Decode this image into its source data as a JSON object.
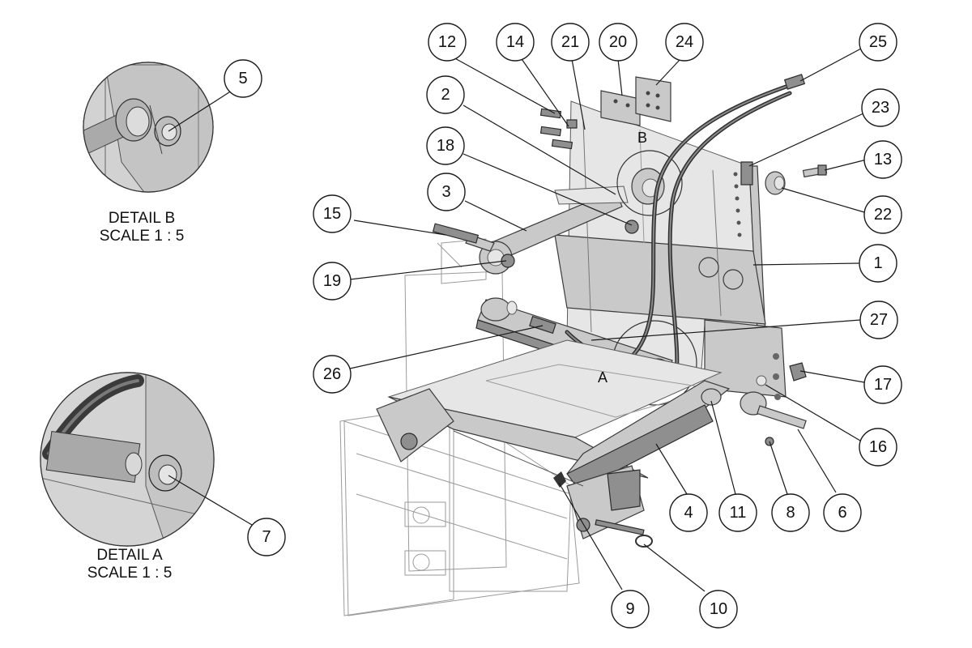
{
  "details": [
    {
      "id": "detail-b",
      "title": "DETAIL B",
      "scale": "SCALE 1 : 5"
    },
    {
      "id": "detail-a",
      "title": "DETAIL A",
      "scale": "SCALE 1 : 5"
    }
  ],
  "view_letters": [
    "A",
    "B"
  ],
  "callouts": [
    "1",
    "2",
    "3",
    "4",
    "5",
    "6",
    "7",
    "8",
    "9",
    "10",
    "11",
    "12",
    "13",
    "14",
    "15",
    "16",
    "17",
    "18",
    "19",
    "20",
    "21",
    "22",
    "23",
    "24",
    "25",
    "26",
    "27"
  ]
}
